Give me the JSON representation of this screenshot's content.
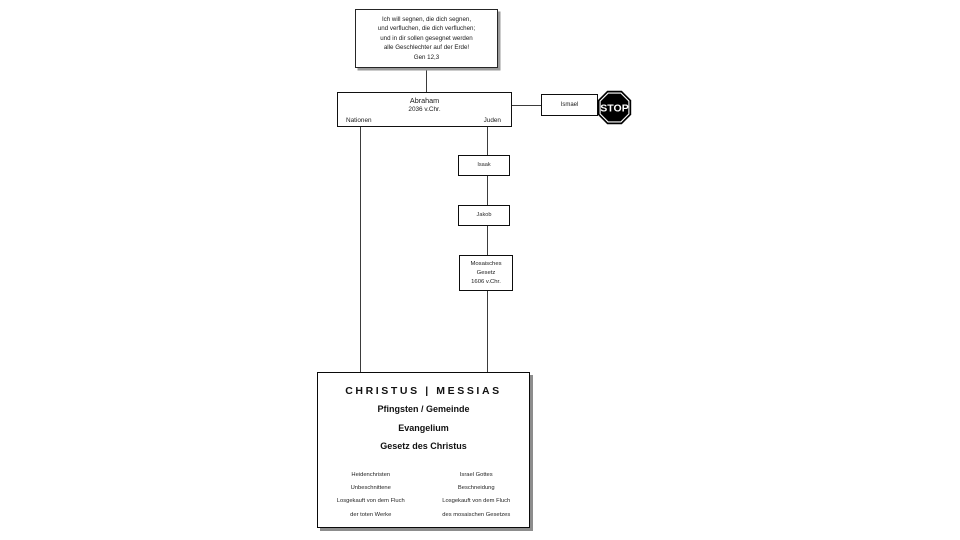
{
  "diagram": {
    "title": "Heilsgeschichte: Abraham bis Christus",
    "language": "de",
    "background_color": "#ffffff",
    "line_color": "#3b3b3b"
  },
  "quote_box": {
    "name": "gen-12-3-promise",
    "lines": [
      "Ich will segnen, die dich segnen,",
      "und verfluchen, die dich verfluchen;",
      "und in dir sollen gesegnet werden",
      "alle Geschlechter auf der Erde!",
      "Gen 12,3"
    ]
  },
  "abraham": {
    "title": "Abraham",
    "date": "2036 v.Chr.",
    "left_label": "Nationen",
    "right_label": "Juden"
  },
  "ismael": {
    "label": "Ismael"
  },
  "stop_sign": {
    "label": "STOP",
    "fill_color": "#000000",
    "text_color": "#ffffff"
  },
  "lineage": [
    {
      "label": "Isaak"
    },
    {
      "label": "Jakob"
    }
  ],
  "mosaic_law": {
    "lines": [
      "Mosaisches",
      "Gesetz",
      "1606 v.Chr."
    ]
  },
  "christus": {
    "title": "CHRISTUS | MESSIAS",
    "sub1": "Pfingsten / Gemeinde",
    "sub2": "Evangelium",
    "sub3": "Gesetz des Christus",
    "columns": [
      {
        "name": "nationen-column",
        "lines": [
          "Heidenchristen",
          "Unbeschnittene",
          "Losgekauft von dem Fluch",
          "der toten Werke"
        ]
      },
      {
        "name": "juden-column",
        "lines": [
          "Israel Gottes",
          "Beschneidung",
          "Losgekauft von dem Fluch",
          "des mosaischen Gesetzes"
        ]
      }
    ]
  }
}
